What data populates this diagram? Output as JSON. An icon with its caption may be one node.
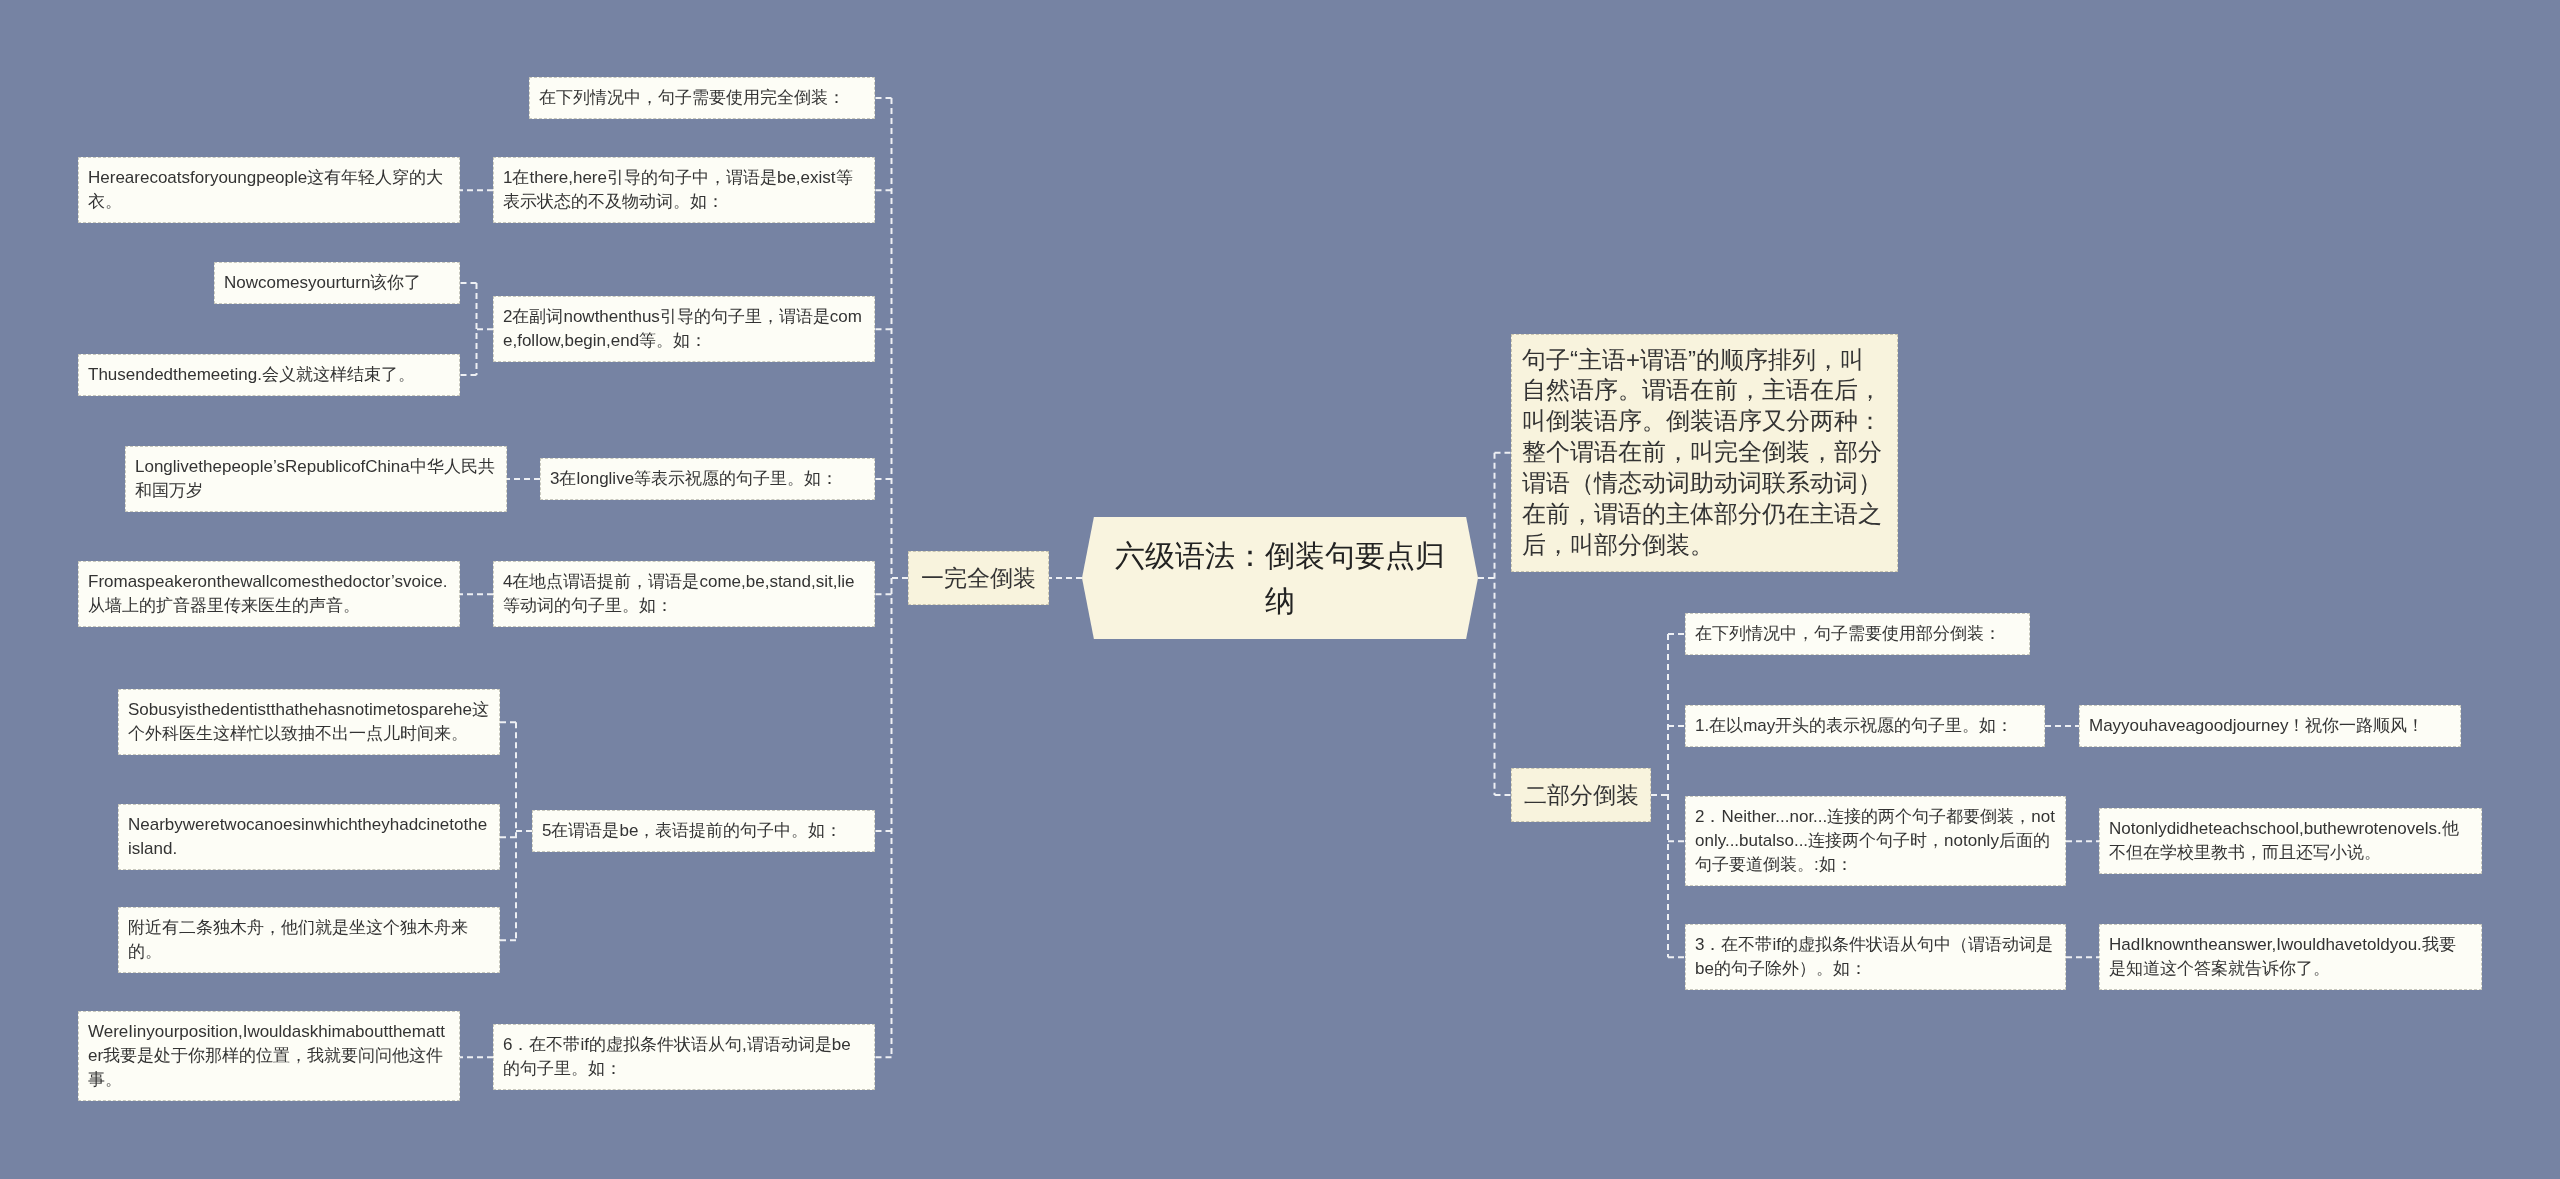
{
  "diagram": {
    "nodes": [
      {
        "text": [
          "六级语法：倒装句要点归纳"
        ]
      },
      {
        "text": [
          "一完全倒装"
        ]
      },
      {
        "text": [
          "在下列情况中，句子需要使用完全倒装："
        ]
      },
      {
        "text": [
          "1在there,here引导的句子中，谓语是be,exist等表示状态的不及物动词。如："
        ]
      },
      {
        "text": [
          "Herearecoatsforyoungpeople这有年轻人穿的大衣。"
        ]
      },
      {
        "text": [
          "2在副词nowthenthus引导的句子里，谓语是come,follow,begin,end等。如："
        ]
      },
      {
        "text": [
          "Nowcomesyourturn该你了"
        ]
      },
      {
        "text": [
          "Thusendedthemeeting.会义就这样结束了。"
        ]
      },
      {
        "text": [
          "3在longlive等表示祝愿的句子里。如："
        ]
      },
      {
        "text": [
          "Longlivethepeople’sRepublicofChina中华人民共和国万岁"
        ]
      },
      {
        "text": [
          "4在地点谓语提前，谓语是come,be,stand,sit,lie等动词的句子里。如："
        ]
      },
      {
        "text": [
          "Fromaspeakeronthewallcomesthedoctor’svoice.从墙上的扩音器里传来医生的声音。"
        ]
      },
      {
        "text": [
          "5在谓语是be，表语提前的句子中。如："
        ]
      },
      {
        "text": [
          "Sobusyisthedentistthathehasnotimetosparehe这个外科医生这样忙以致抽不出一点儿时间来。"
        ]
      },
      {
        "text": [
          "Nearbyweretwocanoesinwhichtheyhadcinetotheisland."
        ]
      },
      {
        "text": [
          "附近有二条独木舟，他们就是坐这个独木舟来的。"
        ]
      },
      {
        "text": [
          "6．在不带if的虚拟条件状语从句,谓语动词是be的句子里。如："
        ]
      },
      {
        "text": [
          "WereIinyourposition,Iwouldaskhimaboutthematter我要是处于你那样的位置，我就要问问他这件事。"
        ]
      },
      {
        "text": [
          "句子“主语+谓语”的顺序排列，叫自然语序。谓语在前，主语在后，叫倒装语序。倒装语序又分两种：整个谓语在前，叫完全倒装，部分谓语（情态动词助动词联系动词）在前，谓语的主体部分仍在主语之后，叫部分倒装。"
        ]
      },
      {
        "text": [
          "二部分倒装"
        ]
      },
      {
        "text": [
          "在下列情况中，句子需要使用部分倒装："
        ]
      },
      {
        "text": [
          "1.在以may开头的表示祝愿的句子里。如："
        ]
      },
      {
        "text": [
          "Mayyouhaveagoodjourney！祝你一路顺风！"
        ]
      },
      {
        "text": [
          "2．Neither...nor...连接的两个句子都要倒装，notonly...butalso...连接两个句子时，notonly后面的句子要道倒装。:如："
        ]
      },
      {
        "text": [
          "Notonlydidheteachschool,buthewrotenovels.他不但在学校里教书，而且还写小说。"
        ]
      },
      {
        "text": [
          "3．在不带if的虚拟条件状语从句中（谓语动词是be的句子除外）。如："
        ]
      },
      {
        "text": [
          "HadIknowntheanswer,Iwouldhavetoldyou.我要是知道这个答案就告诉你了。"
        ]
      }
    ],
    "edges": [
      {
        "from": 0,
        "to": 1,
        "arrow": "none"
      },
      {
        "from": 0,
        "to": 18,
        "arrow": "none"
      },
      {
        "from": 0,
        "to": 19,
        "arrow": "none"
      },
      {
        "from": 1,
        "to": 2,
        "arrow": "none"
      },
      {
        "from": 1,
        "to": 3,
        "arrow": "none"
      },
      {
        "from": 1,
        "to": 5,
        "arrow": "none"
      },
      {
        "from": 1,
        "to": 8,
        "arrow": "none"
      },
      {
        "from": 1,
        "to": 10,
        "arrow": "none"
      },
      {
        "from": 1,
        "to": 12,
        "arrow": "none"
      },
      {
        "from": 1,
        "to": 16,
        "arrow": "none"
      },
      {
        "from": 3,
        "to": 4,
        "arrow": "none"
      },
      {
        "from": 5,
        "to": 6,
        "arrow": "none"
      },
      {
        "from": 5,
        "to": 7,
        "arrow": "none"
      },
      {
        "from": 8,
        "to": 9,
        "arrow": "none"
      },
      {
        "from": 10,
        "to": 11,
        "arrow": "none"
      },
      {
        "from": 12,
        "to": 13,
        "arrow": "none"
      },
      {
        "from": 12,
        "to": 14,
        "arrow": "none"
      },
      {
        "from": 12,
        "to": 15,
        "arrow": "none"
      },
      {
        "from": 16,
        "to": 17,
        "arrow": "none"
      },
      {
        "from": 19,
        "to": 20,
        "arrow": "none"
      },
      {
        "from": 19,
        "to": 21,
        "arrow": "none"
      },
      {
        "from": 19,
        "to": 23,
        "arrow": "none"
      },
      {
        "from": 19,
        "to": 25,
        "arrow": "none"
      },
      {
        "from": 21,
        "to": 22,
        "arrow": "none"
      },
      {
        "from": 23,
        "to": 24,
        "arrow": "none"
      },
      {
        "from": 25,
        "to": 26,
        "arrow": "none"
      }
    ]
  }
}
